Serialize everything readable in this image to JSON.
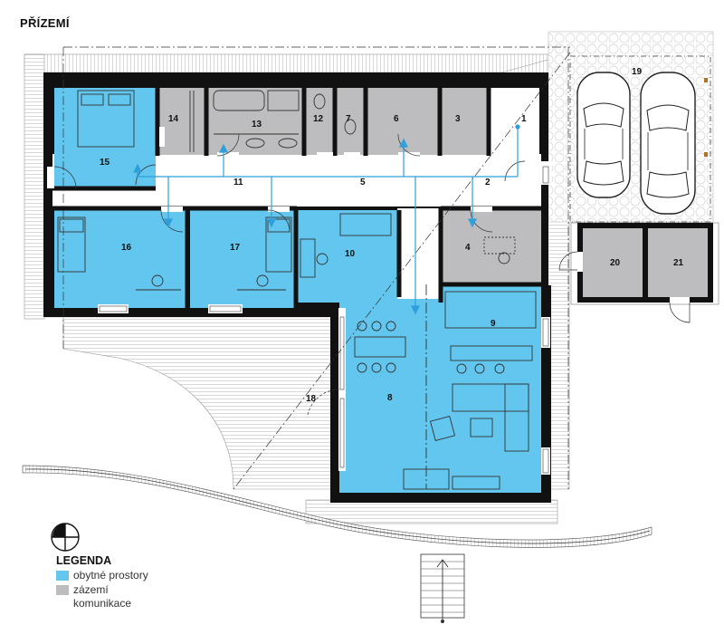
{
  "title": "PŘÍZEMÍ",
  "colors": {
    "living": "#62C6EE",
    "service": "#BDBDBF",
    "wall": "#111111",
    "deck": "#D9D9D9",
    "paving": "#EFEFEF",
    "arrow": "#2E9FDB"
  },
  "rooms": {
    "r1": "1",
    "r2": "2",
    "r3": "3",
    "r4": "4",
    "r5": "5",
    "r6": "6",
    "r7": "7",
    "r8": "8",
    "r9": "9",
    "r10": "10",
    "r11": "11",
    "r12": "12",
    "r13": "13",
    "r14": "14",
    "r15": "15",
    "r16": "16",
    "r17": "17",
    "r18": "18",
    "r19": "19",
    "r20": "20",
    "r21": "21"
  },
  "legend": {
    "title": "LEGENDA",
    "living_label": "obytné prostory",
    "service_label": "zázemí",
    "service_label_2": "komunikace"
  },
  "icons": [
    "north-arrow-icon",
    "car-icon",
    "bed-icon",
    "chair-icon",
    "door-swing-icon",
    "stairs-icon"
  ]
}
